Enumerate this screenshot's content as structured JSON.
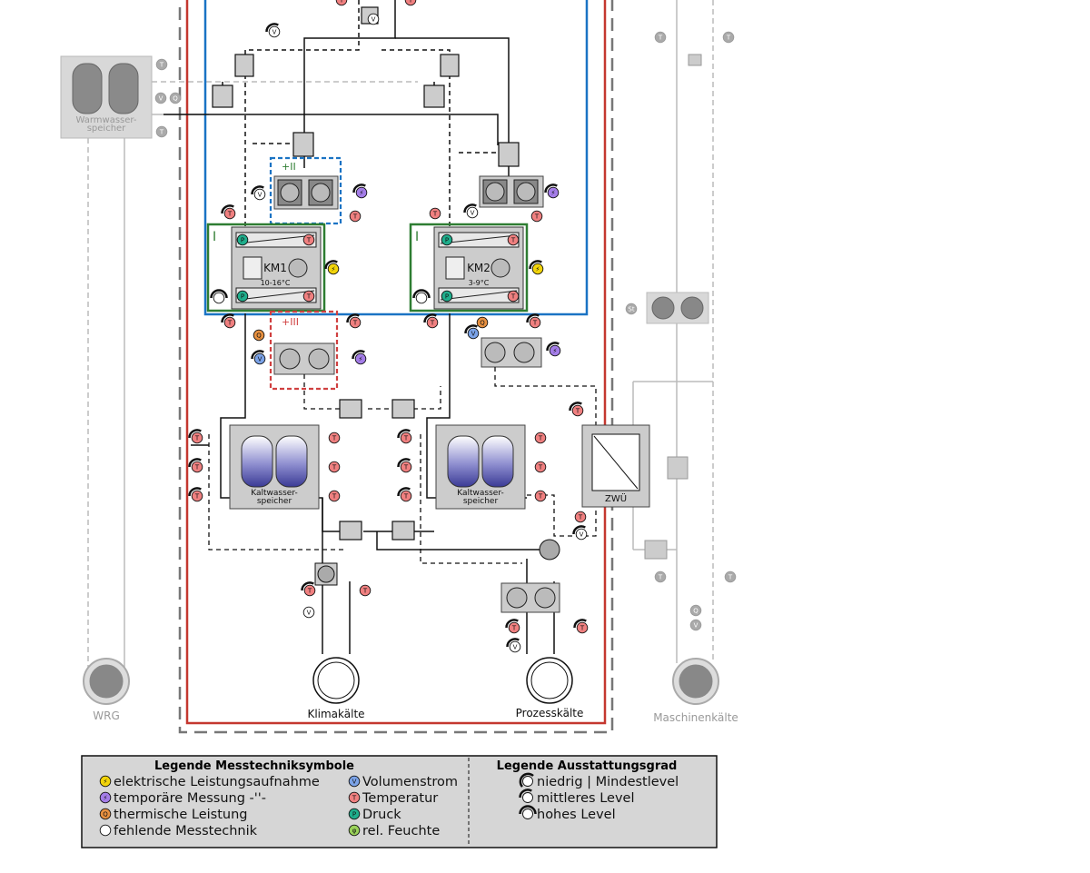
{
  "labels": {
    "warm_storage_line1": "Warmwasser-",
    "warm_storage_line2": "speicher",
    "wrg": "WRG",
    "km1": "KM1",
    "km1_temp": "10-16°C",
    "km2": "KM2",
    "km2_temp": "3-9°C",
    "cold_storage_line1": "Kaltwasser-",
    "cold_storage_line2": "speicher",
    "zwu": "ZWÜ",
    "klimakaelte": "Klimakälte",
    "prozesskaelte": "Prozesskälte",
    "maschinenkaelte": "Maschinenkälte",
    "level_i_a": "I",
    "level_i_b": "I",
    "level_ii": "+II",
    "level_iii": "+III"
  },
  "sensor_letters": {
    "electric": "⚡",
    "temporary": "⚡",
    "thermal": "Q",
    "volume": "V",
    "temperature": "T",
    "pressure": "P",
    "humidity": "φ",
    "st": "St"
  },
  "legend_measurement": {
    "title": "Legende Messtechniksymbole",
    "items": [
      {
        "text": "elektrische Leistungsaufnahme",
        "fill": "#f2d40a",
        "letter": "⚡"
      },
      {
        "text": "temporäre Messung -''-",
        "fill": "#a47de8",
        "letter": "⚡"
      },
      {
        "text": "thermische Leistung",
        "fill": "#e89140",
        "letter": "Q"
      },
      {
        "text": "fehlende Messtechnik",
        "fill": "#ffffff",
        "letter": ""
      },
      {
        "text": "Volumenstrom",
        "fill": "#7ba3e8",
        "letter": "V"
      },
      {
        "text": "Temperatur",
        "fill": "#f08080",
        "letter": "T"
      },
      {
        "text": "Druck",
        "fill": "#1fae8c",
        "letter": "P"
      },
      {
        "text": "rel. Feuchte",
        "fill": "#9ad25a",
        "letter": "φ"
      }
    ]
  },
  "legend_equipment": {
    "title": "Legende Ausstattungsgrad",
    "items": [
      {
        "text": "niedrig | Mindestlevel"
      },
      {
        "text": "mittleres Level"
      },
      {
        "text": "hohes Level"
      }
    ]
  },
  "colors": {
    "boundary_red": "#c4372f",
    "km_blue": "#1a73c4",
    "level_green": "#2e7d32",
    "level_ii_blue": "#1a73c4",
    "level_iii_red": "#d04040",
    "equipment_gray": "#cccccc",
    "inactive_gray": "#aaaaaa",
    "tank_purple": "#5555a8"
  }
}
